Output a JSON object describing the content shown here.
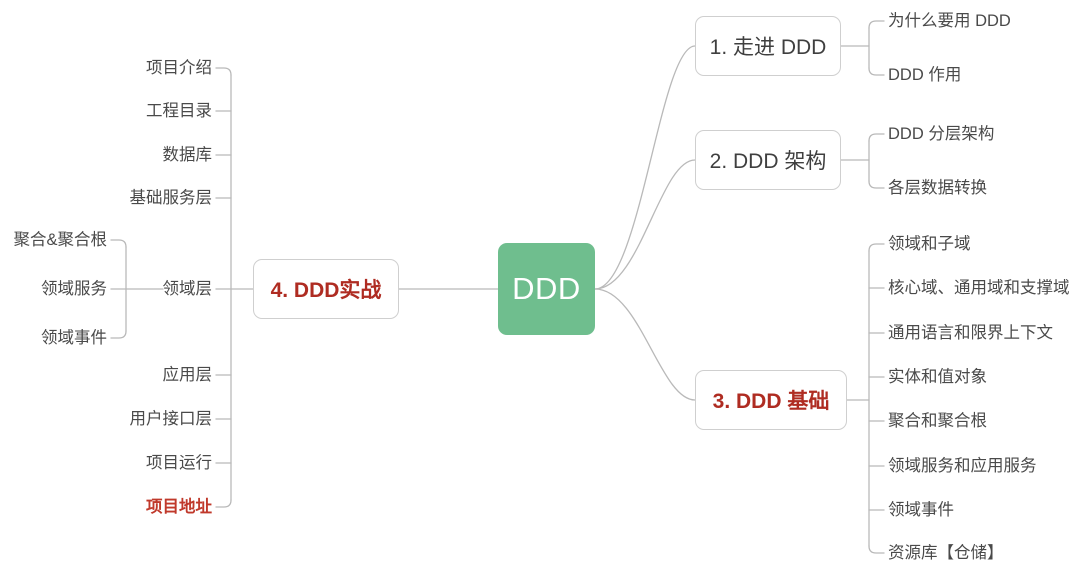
{
  "diagram": {
    "title": "DDD",
    "type": "mindmap",
    "colors": {
      "root_fill": "#6FBE8E",
      "root_text": "#FFFFFF",
      "accent_red": "#AF2C22",
      "leaf_red": "#C0392B",
      "text": "#4A4A4A",
      "line": "#B9B9B9",
      "box_border": "#CFCFCF",
      "background": "#FFFFFF"
    }
  },
  "root": {
    "label": "DDD"
  },
  "branches": {
    "b1": {
      "label": "1. 走进 DDD",
      "children": [
        {
          "label": "为什么要用 DDD"
        },
        {
          "label": "DDD 作用"
        }
      ]
    },
    "b2": {
      "label": "2. DDD 架构",
      "children": [
        {
          "label": "DDD 分层架构"
        },
        {
          "label": "各层数据转换"
        }
      ]
    },
    "b3": {
      "label": "3. DDD 基础",
      "children": [
        {
          "label": "领域和子域"
        },
        {
          "label": "核心域、通用域和支撑域"
        },
        {
          "label": "通用语言和限界上下文"
        },
        {
          "label": "实体和值对象"
        },
        {
          "label": "聚合和聚合根"
        },
        {
          "label": "领域服务和应用服务"
        },
        {
          "label": "领域事件"
        },
        {
          "label": "资源库【仓储】"
        }
      ]
    },
    "b4": {
      "label": "4. DDD实战",
      "children": [
        {
          "label": "项目介绍"
        },
        {
          "label": "工程目录"
        },
        {
          "label": "数据库"
        },
        {
          "label": "基础服务层"
        },
        {
          "label": "领域层",
          "children": [
            {
              "label": "聚合&聚合根"
            },
            {
              "label": "领域服务"
            },
            {
              "label": "领域事件"
            }
          ]
        },
        {
          "label": "应用层"
        },
        {
          "label": "用户接口层"
        },
        {
          "label": "项目运行"
        },
        {
          "label": "项目地址"
        }
      ]
    }
  }
}
